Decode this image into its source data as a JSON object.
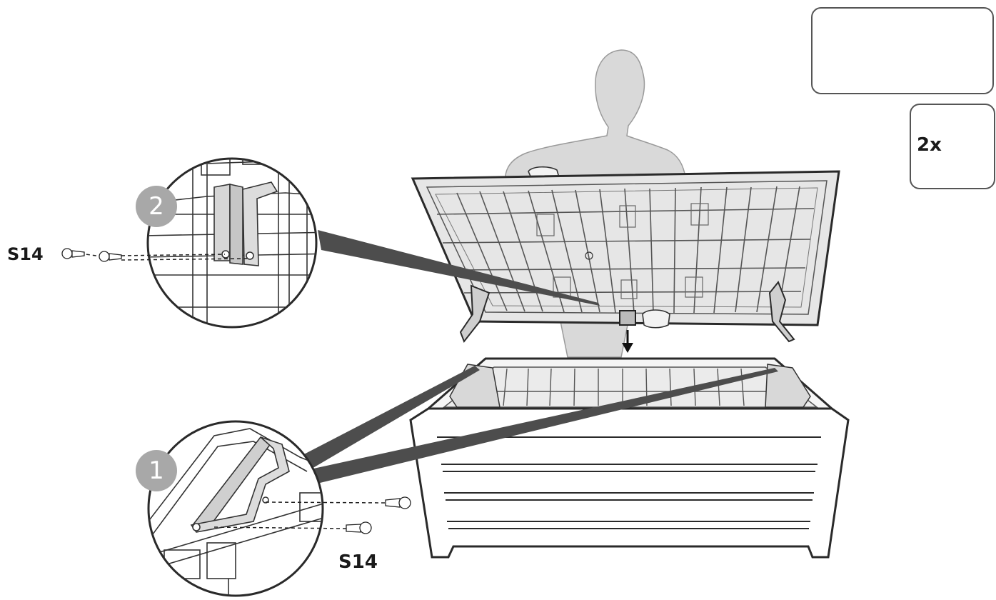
{
  "steps": [
    {
      "number": "1",
      "screw_label": "S14"
    },
    {
      "number": "2",
      "screw_label": "S14"
    }
  ],
  "tools": {
    "screwdriver_icon": "phillips-screwdriver-icon",
    "people_required": "2x",
    "person_icon": "person-icon"
  },
  "colors": {
    "line": "#333333",
    "lid_fill": "#e6e6e6",
    "person_fill": "#d9d9d9",
    "step_badge": "#a8a8a8",
    "wedge": "#4d4d4d"
  }
}
